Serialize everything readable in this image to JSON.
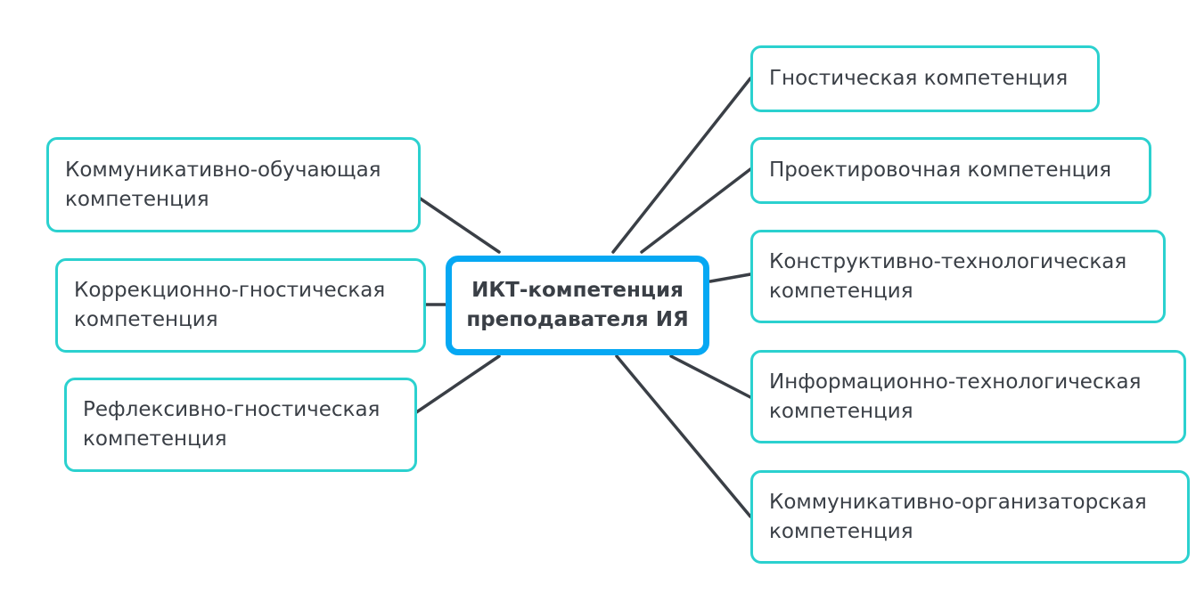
{
  "diagram": {
    "type": "mind-map",
    "line_color": "#3a3f46",
    "node_border_color": "#2bd1cf",
    "center_border_color": "#06a8f3",
    "text_color": "#3a3f46",
    "center": {
      "label": "ИКТ-компетенция\nпреподавателя ИЯ"
    },
    "left_branches": [
      {
        "label": "Коммуникативно-обучающая\nкомпетенция"
      },
      {
        "label": "Коррекционно-гностическая\nкомпетенция"
      },
      {
        "label": "Рефлексивно-гностическая\nкомпетенция"
      }
    ],
    "right_branches": [
      {
        "label": "Гностическая компетенция"
      },
      {
        "label": "Проектировочная компетенция"
      },
      {
        "label": "Конструктивно-технологическая\nкомпетенция"
      },
      {
        "label": "Информационно-технологическая\nкомпетенция"
      },
      {
        "label": "Коммуникативно-организаторская\nкомпетенция"
      }
    ]
  }
}
